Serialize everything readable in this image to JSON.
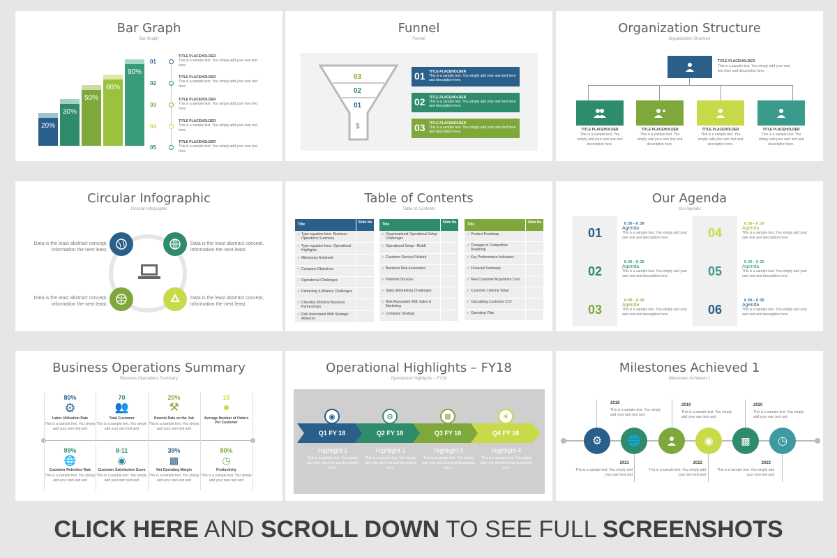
{
  "colors": {
    "navy": "#2a5f8a",
    "teal": "#2e8b6b",
    "green": "#7ea83b",
    "lime": "#c8d94a",
    "sea": "#3a9a8c",
    "cyan": "#3d9aa0"
  },
  "bar_graph": {
    "title": "Bar Graph",
    "subtitle": "Bar Graph",
    "bars": [
      "20%",
      "30%",
      "50%",
      "60%",
      "90%"
    ],
    "items": [
      {
        "num": "01",
        "title": "TITLE PLACEHOLDER",
        "text": "This is a sample text. You simply add your own text here."
      },
      {
        "num": "02",
        "title": "TITLE PLACEHOLDER",
        "text": "This is a sample text. You simply add your own text here."
      },
      {
        "num": "03",
        "title": "TITLE PLACEHOLDER",
        "text": "This is a sample text. You simply add your own text here."
      },
      {
        "num": "04",
        "title": "TITLE PLACEHOLDER",
        "text": "This is a sample text. You simply add your own text here."
      },
      {
        "num": "05",
        "title": "TITLE PLACEHOLDER",
        "text": "This is a sample text. You simply add your own text here."
      }
    ]
  },
  "funnel": {
    "title": "Funnel",
    "subtitle": "Funnel",
    "levels": [
      "03",
      "02",
      "01"
    ],
    "symbol": "$",
    "items": [
      {
        "num": "01",
        "title": "TITLE PLACEHOLDER",
        "text": "This is a sample text. You simply add your own text here and description here."
      },
      {
        "num": "02",
        "title": "TITLE PLACEHOLDER",
        "text": "This is a sample text. You simply add your own text here and description here."
      },
      {
        "num": "03",
        "title": "TITLE PLACEHOLDER",
        "text": "This is a sample text. You simply add your own text here and description here."
      }
    ]
  },
  "org": {
    "title": "Organization Structure",
    "subtitle": "Organization Structure",
    "top_title": "TITLE PLACEHOLDER",
    "top_text": "This is a sample text. You simply add your own text here and description here.",
    "children": [
      {
        "title": "TITLE PLACEHOLDER",
        "text": "This is a sample text. You simply add your own text and description here."
      },
      {
        "title": "TITLE PLACEHOLDER",
        "text": "This is a sample text. You simply add your own text and description here."
      },
      {
        "title": "TITLE PLACEHOLDER",
        "text": "This is a sample text. You simply add your own text and description here."
      },
      {
        "title": "TITLE PLACEHOLDER",
        "text": "This is a sample text. You simply add your own text and description here."
      }
    ]
  },
  "circular": {
    "title": "Circular Infographic",
    "subtitle": "Circular Infographic",
    "texts": [
      "Data is the least abstract concept, information the next least,",
      "Data is the least abstract concept, information the next least,",
      "Data is the least abstract concept, information the next least,",
      "Data is the least abstract concept, information the next least,"
    ]
  },
  "toc": {
    "title": "Table of Contents",
    "subtitle": "Table of Contents",
    "col_title": "Title",
    "col_slide": "Slide No",
    "tables": [
      [
        "Type equation here. Business Operations Summary",
        "Type equation here. Operational Highlights",
        "Milestones Achieved",
        "Company Objectives",
        "Operational Challenges",
        "Partnering & Alliance Challenges",
        "Checklist Effective Business Partnerships",
        "Risk Associated With Strategic Alliances"
      ],
      [
        "Organizational Operational Setup Challenges",
        "Operational Setup –Risk&",
        "Customer Service Related",
        "Business Risk Associated",
        "Potential Sources",
        "Sales &Marketing Challenges",
        "Risk Associated With Sales & Marketing",
        "Company Strategy"
      ],
      [
        "Product Roadmap",
        "Changes in Competitive Roadmap",
        "Key Performance Indicators",
        "Financial Summary",
        "New Customer Acquisition Cost",
        "Customer Lifetime Value",
        "Calculating Customer CLV",
        "Operating Plan"
      ]
    ]
  },
  "agenda": {
    "title": "Our Agenda",
    "subtitle": "Our Agenda",
    "items": [
      {
        "num": "01",
        "time": "8 :00 – 8 :30",
        "label": "Agenda",
        "text": "This is a sample text. You simply add your own text and description here."
      },
      {
        "num": "02",
        "time": "8 :00 – 8 :30",
        "label": "Agenda",
        "text": "This is a sample text. You simply add your own text and description here."
      },
      {
        "num": "03",
        "time": "8 :00 – 8 :30",
        "label": "Agenda",
        "text": "This is a sample text. You simply add your own text and description here."
      },
      {
        "num": "04",
        "time": "8 :00 – 8 :30",
        "label": "Agenda",
        "text": "This is a sample text. You simply add your own text and description here."
      },
      {
        "num": "05",
        "time": "8 :00 – 8 :30",
        "label": "Agenda",
        "text": "This is a sample text. You simply add your own text and description here."
      },
      {
        "num": "06",
        "time": "8 :00 – 8 :30",
        "label": "Agenda",
        "text": "This is a sample text. You simply add your own text and description here."
      }
    ]
  },
  "bos": {
    "title": "Business Operations Summary",
    "subtitle": "Business Operations Summary",
    "top": [
      {
        "value": "80%",
        "label": "Labor Utilization Rate"
      },
      {
        "value": "70",
        "label": "Total Customer"
      },
      {
        "value": "20%",
        "label": "Rework Rate on the Job"
      },
      {
        "value": "15",
        "label": "Average Number of Orders Per Customer"
      }
    ],
    "bottom": [
      {
        "value": "99%",
        "label": "Customer Retention Rate"
      },
      {
        "value": "8-11",
        "label": "Customer Satisfaction Score"
      },
      {
        "value": "39%",
        "label": "Net Operating Margin"
      },
      {
        "value": "80%",
        "label": "Productivity"
      }
    ],
    "text": "This is a sample text. You simply add your own text and"
  },
  "ops": {
    "title": "Operational Highlights – FY18",
    "subtitle": "Operational Highlights – FY18",
    "arrows": [
      "Q1 FY 18",
      "Q2 FY 18",
      "Q3 FY 18",
      "Q4 FY 18"
    ],
    "highlights": [
      {
        "label": "Highlight 1",
        "text": "This is a sample text. You simply add your own text and description here."
      },
      {
        "label": "Highlight 2",
        "text": "This is a sample text. You simply add your own text and description here."
      },
      {
        "label": "Highlight 3",
        "text": "This is a sample text. You simply add your own text and description here."
      },
      {
        "label": "Highlight 4",
        "text": "This is a sample text. You simply add your own text and description here."
      }
    ]
  },
  "milestones": {
    "title": "Milestones Achieved 1",
    "subtitle": "Milestones Achieved 1",
    "text": "This is a sample text. You simply add your own text and",
    "years_top": [
      "2018",
      "2019",
      "2020"
    ],
    "years_bottom": [
      "2021",
      "2022",
      "2023"
    ]
  },
  "footer": {
    "part1": "CLICK HERE",
    "part2": " AND ",
    "part3": "SCROLL DOWN",
    "part4": " TO SEE FULL ",
    "part5": "SCREENSHOTS"
  }
}
